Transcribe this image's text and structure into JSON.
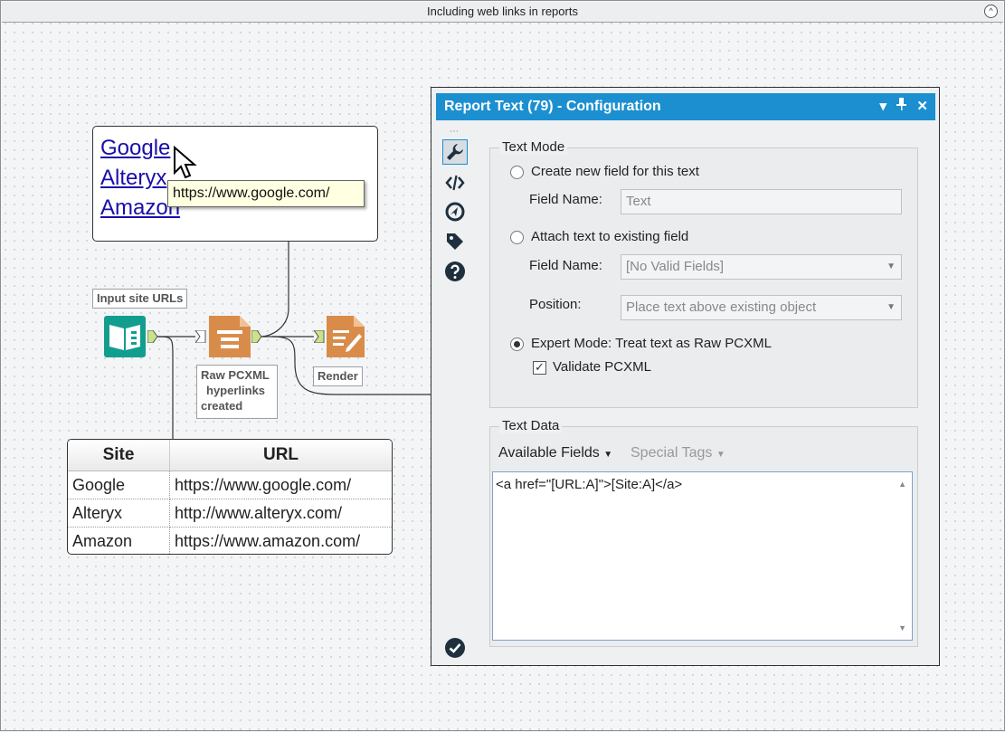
{
  "window": {
    "title": "Including web links in reports",
    "collapse_glyph": "^"
  },
  "preview": {
    "links": [
      "Google",
      "Alteryx",
      "Amazon"
    ],
    "tooltip": "https://www.google.com/"
  },
  "tools": {
    "input_label": "Input site URLs",
    "formula_label": [
      "Raw PCXML",
      "hyperlinks",
      "created"
    ],
    "render_label": "Render"
  },
  "table": {
    "headers": [
      "Site",
      "URL"
    ],
    "rows": [
      [
        "Google",
        "https://www.google.com/"
      ],
      [
        "Alteryx",
        "http://www.alteryx.com/"
      ],
      [
        "Amazon",
        "https://www.amazon.com/"
      ]
    ]
  },
  "config": {
    "title": "Report Text (79) - Configuration",
    "header_buttons": {
      "menu": "▾",
      "pin": "📌",
      "close": "✕"
    },
    "sidebar": {
      "dots": "⋯"
    },
    "text_mode": {
      "group_title": "Text Mode",
      "option_new": "Create new field for this text",
      "field_name_label": "Field Name:",
      "field_name_value": "Text",
      "option_attach": "Attach text to existing field",
      "attach_field_label": "Field Name:",
      "attach_field_value": "[No Valid Fields]",
      "position_label": "Position:",
      "position_value": "Place text above existing object",
      "option_expert": "Expert Mode: Treat text as Raw PCXML",
      "validate_label": "Validate PCXML",
      "selected": "expert",
      "validate_checked": true
    },
    "text_data": {
      "group_title": "Text Data",
      "available_fields": "Available Fields",
      "special_tags": "Special Tags",
      "content": "<a href=\"[URL:A]\">[Site:A]</a>"
    }
  },
  "colors": {
    "accent": "#1c8fd0",
    "tool_orange": "#d98c4a",
    "tool_teal": "#129e8e",
    "link": "#1a0dab"
  }
}
